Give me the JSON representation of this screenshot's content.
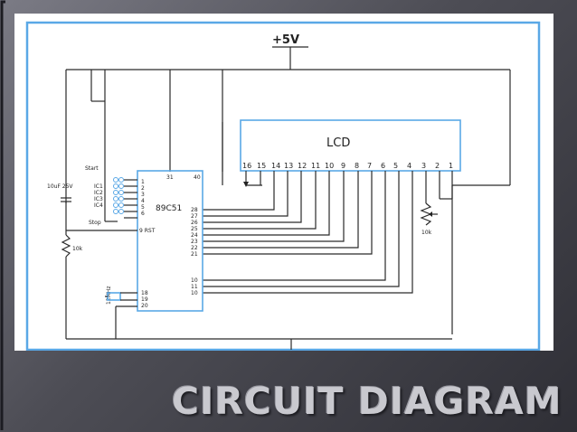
{
  "slide": {
    "title": "CIRCUIT DIAGRAM"
  },
  "diagram": {
    "power_label": "+5V",
    "lcd": {
      "label": "LCD",
      "pins": [
        "16",
        "15",
        "14",
        "13",
        "12",
        "11",
        "10",
        "9",
        "8",
        "7",
        "6",
        "5",
        "4",
        "3",
        "2",
        "1"
      ]
    },
    "mcu": {
      "label": "89C51",
      "top_pins": [
        "31",
        "40"
      ],
      "left_pins": [
        "1",
        "2",
        "3",
        "4",
        "5",
        "6"
      ],
      "rst_label": "9 RST",
      "right_port2_pins": [
        "28",
        "27",
        "26",
        "25",
        "24",
        "23",
        "22",
        "21"
      ],
      "right_port3_pins": [
        "10",
        "11",
        "10"
      ],
      "xtal_pins": [
        "18",
        "19",
        "20"
      ]
    },
    "switches": {
      "start_label": "Start",
      "stop_label": "Stop",
      "ic_labels": [
        "IC1",
        "IC2",
        "IC3",
        "IC4"
      ]
    },
    "capacitor_label": "10uF 25V",
    "resistor_label": "10k",
    "crystal_label": "12MHz",
    "pot_label": "10k"
  }
}
